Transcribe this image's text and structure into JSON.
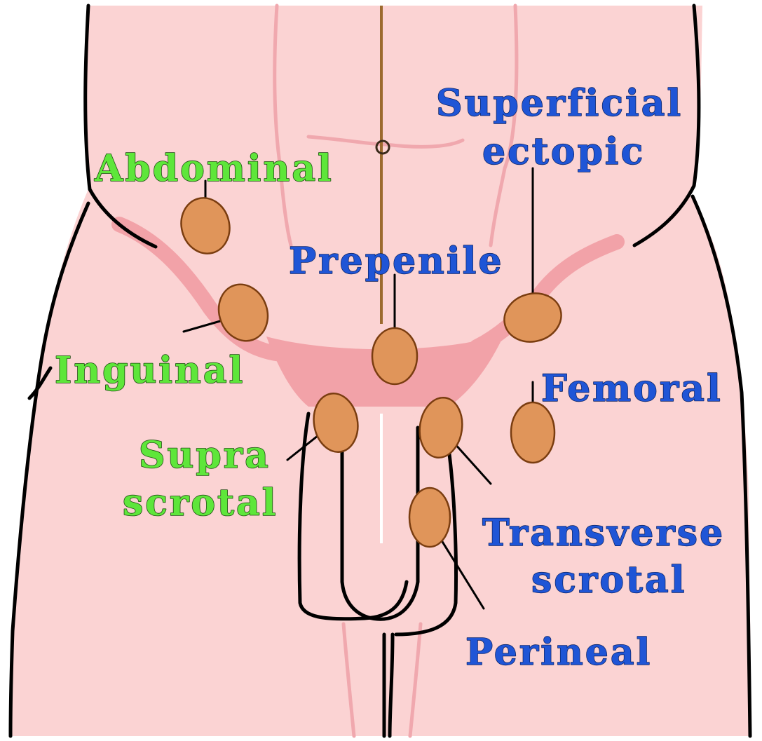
{
  "labels": {
    "abdominal": "Abdominal",
    "superficial_ectopic_line1": "Superficial",
    "superficial_ectopic_line2": "ectopic",
    "prepenile": "Prepenile",
    "inguinal": "Inguinal",
    "femoral": "Femoral",
    "suprascrotal_line1": "Supra",
    "suprascrotal_line2": "scrotal",
    "transverse_scrotal_line1": "Transverse",
    "transverse_scrotal_line2": "scrotal",
    "perineal": "Perineal"
  },
  "colors": {
    "skin": "#fbd3d3",
    "skin_shade": "#f2a2a8",
    "testis_fill": "#e0955a",
    "green_label": "#5ee63a",
    "blue_label": "#1f55d6",
    "midline": "#9c6a2e"
  }
}
